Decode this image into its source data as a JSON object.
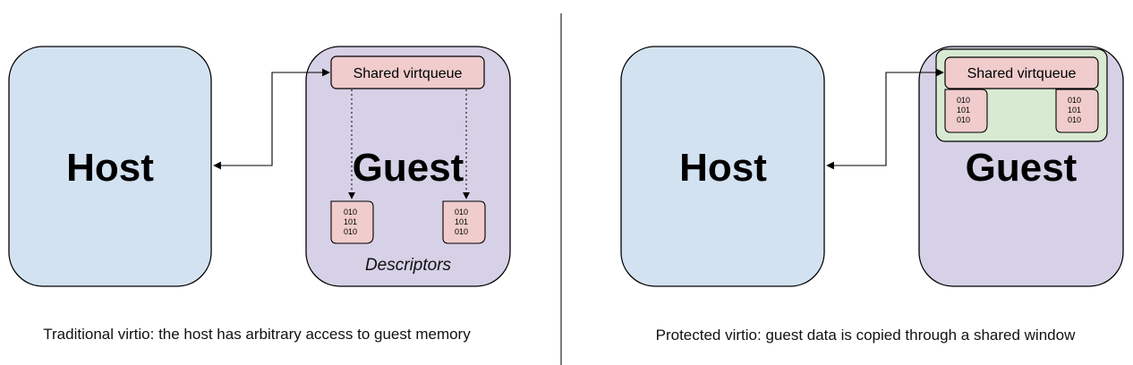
{
  "colors": {
    "host_fill": "#d3e2f1",
    "guest_fill": "#d6d1e6",
    "queue_fill": "#f0cccc",
    "window_fill": "#d9ead3",
    "stroke": "#000000"
  },
  "left": {
    "host_label": "Host",
    "guest_label": "Guest",
    "queue_label": "Shared virtqueue",
    "descriptor_bits": [
      "010",
      "101",
      "010"
    ],
    "descriptors_label": "Descriptors",
    "caption": "Traditional virtio: the host has arbitrary access to guest memory"
  },
  "right": {
    "host_label": "Host",
    "guest_label": "Guest",
    "queue_label": "Shared virtqueue",
    "descriptor_bits": [
      "010",
      "101",
      "010"
    ],
    "caption": "Protected virtio: guest data is copied through a shared window"
  }
}
